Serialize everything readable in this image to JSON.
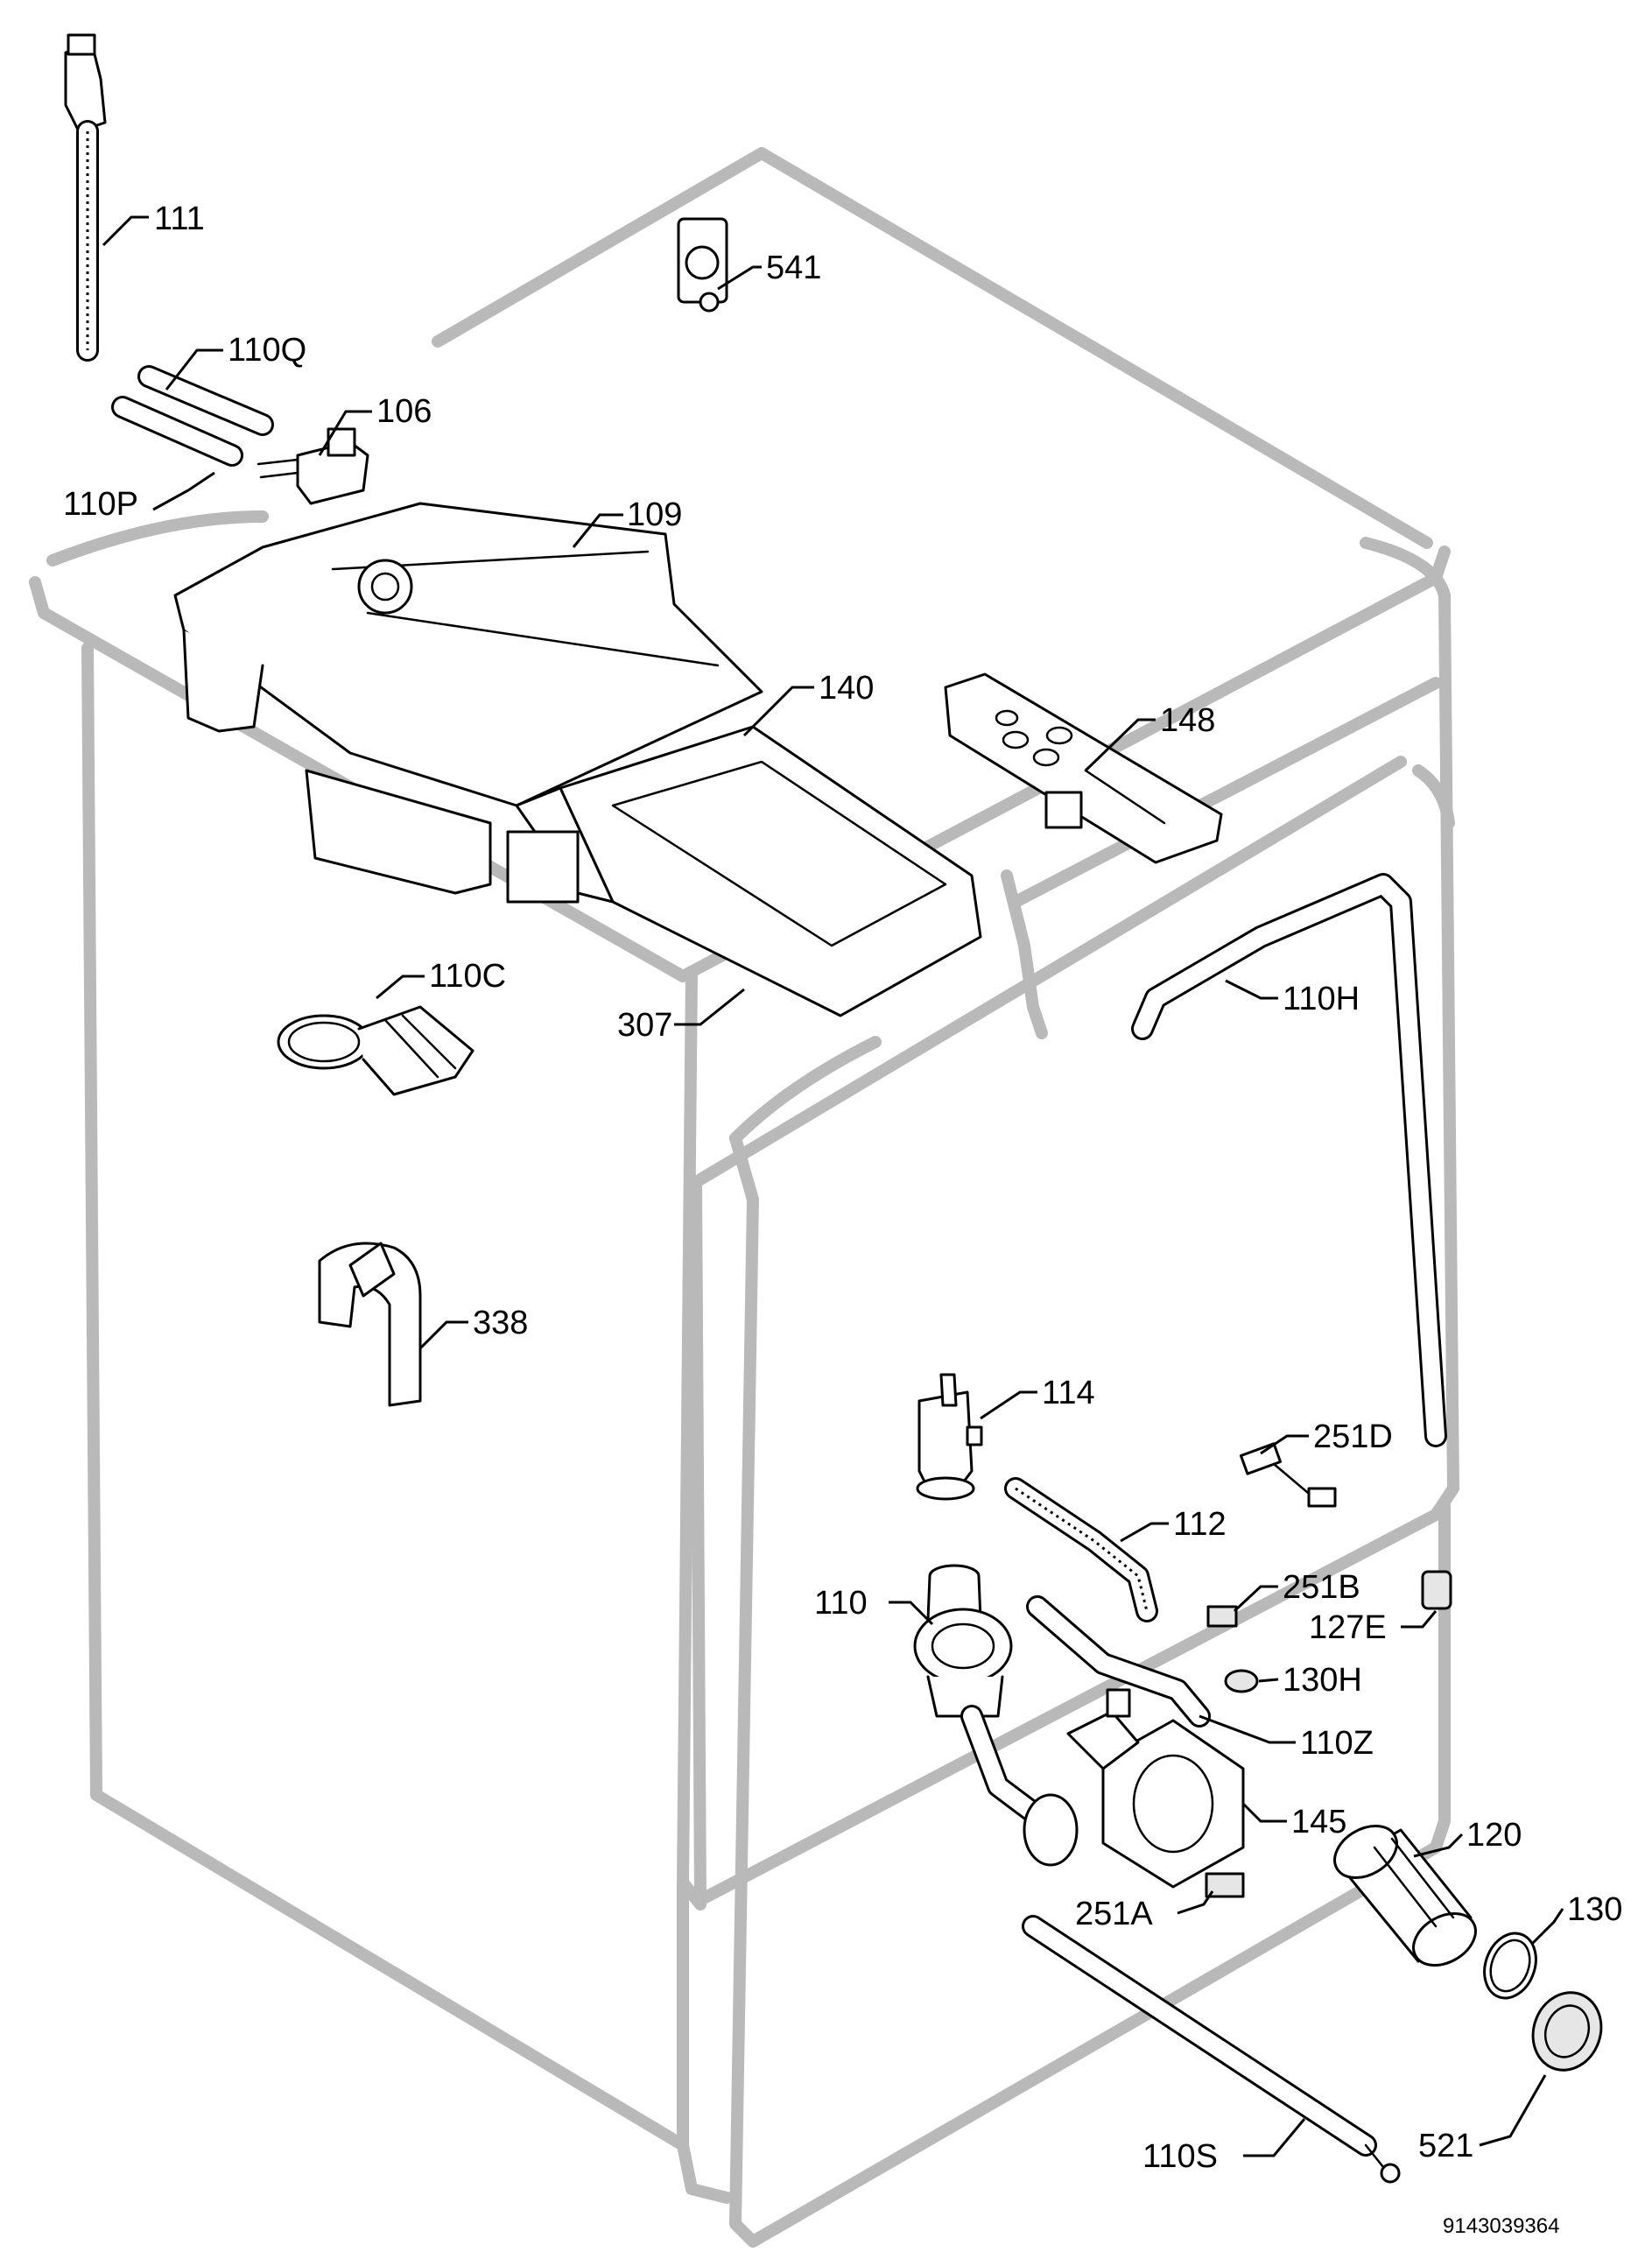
{
  "labels": {
    "p111": "111",
    "p110Q": "110Q",
    "p106": "106",
    "p110P": "110P",
    "p109": "109",
    "p541": "541",
    "p140": "140",
    "p148": "148",
    "p110C": "110C",
    "p307": "307",
    "p110H": "110H",
    "p338": "338",
    "p114": "114",
    "p251D": "251D",
    "p112": "112",
    "p251B": "251B",
    "p110": "110",
    "p127E": "127E",
    "p130H": "130H",
    "p110Z": "110Z",
    "p145": "145",
    "p120": "120",
    "p251A": "251A",
    "p130": "130",
    "p521": "521",
    "p110S": "110S"
  },
  "document_number": "9143039364"
}
